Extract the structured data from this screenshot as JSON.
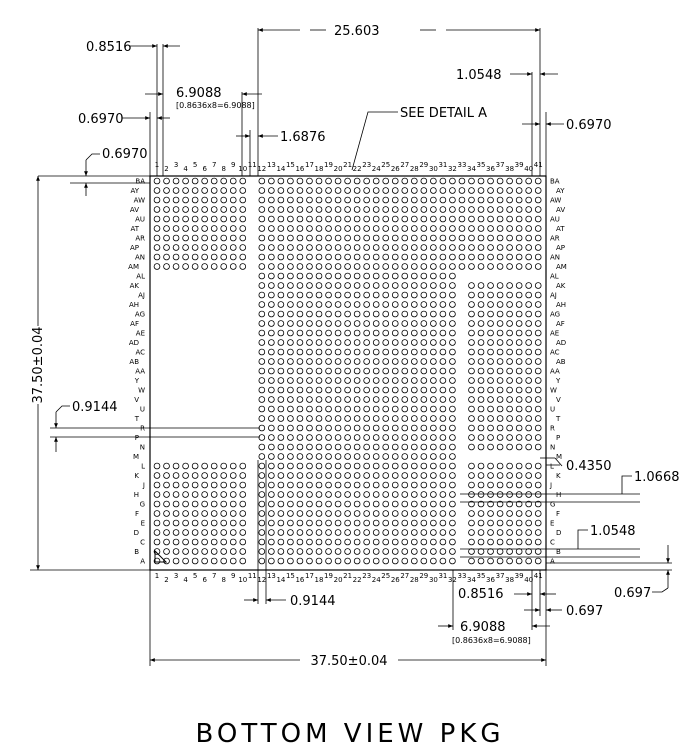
{
  "title": "BOTTOM VIEW PKG",
  "detail_callout": "SEE DETAIL A",
  "top_labels": {
    "d_0_8516": "0.8516",
    "d_6_9088": "6.9088",
    "d_6_9088_note": "[0.8636x8=6.9088]",
    "d_0_6970_left": "0.6970",
    "d_1_6876": "1.6876",
    "d_25_603": "25.603",
    "d_1_0548": "1.0548",
    "d_0_6970_right": "0.6970",
    "d_0_6970_row": "0.6970"
  },
  "left_labels": {
    "height": "37.50±0.04",
    "d_0_9144": "0.9144"
  },
  "right_labels": {
    "d_0_4350": "0.4350",
    "d_1_0668": "1.0668",
    "d_1_0548": "1.0548",
    "d_0_697": "0.697"
  },
  "bottom_labels": {
    "d_0_9144": "0.9144",
    "d_0_8516": "0.8516",
    "d_0_697": "0.697",
    "d_6_9088": "6.9088",
    "d_6_9088_note": "[0.8636x8=6.9088]",
    "width": "37.50±0.04"
  },
  "rows": [
    "BA",
    "AY",
    "AW",
    "AV",
    "AU",
    "AT",
    "AR",
    "AP",
    "AN",
    "AM",
    "AL",
    "AK",
    "AJ",
    "AH",
    "AG",
    "AF",
    "AE",
    "AD",
    "AC",
    "AB",
    "AA",
    "Y",
    "W",
    "V",
    "U",
    "T",
    "R",
    "P",
    "N",
    "M",
    "L",
    "K",
    "J",
    "H",
    "G",
    "F",
    "E",
    "D",
    "C",
    "B",
    "A"
  ],
  "columns": [
    "1",
    "2",
    "3",
    "4",
    "5",
    "6",
    "7",
    "8",
    "9",
    "10",
    "11",
    "12",
    "13",
    "14",
    "15",
    "16",
    "17",
    "18",
    "19",
    "20",
    "21",
    "22",
    "23",
    "24",
    "25",
    "26",
    "27",
    "28",
    "29",
    "30",
    "31",
    "32",
    "33",
    "34",
    "35",
    "36",
    "37",
    "38",
    "39",
    "40",
    "41"
  ]
}
